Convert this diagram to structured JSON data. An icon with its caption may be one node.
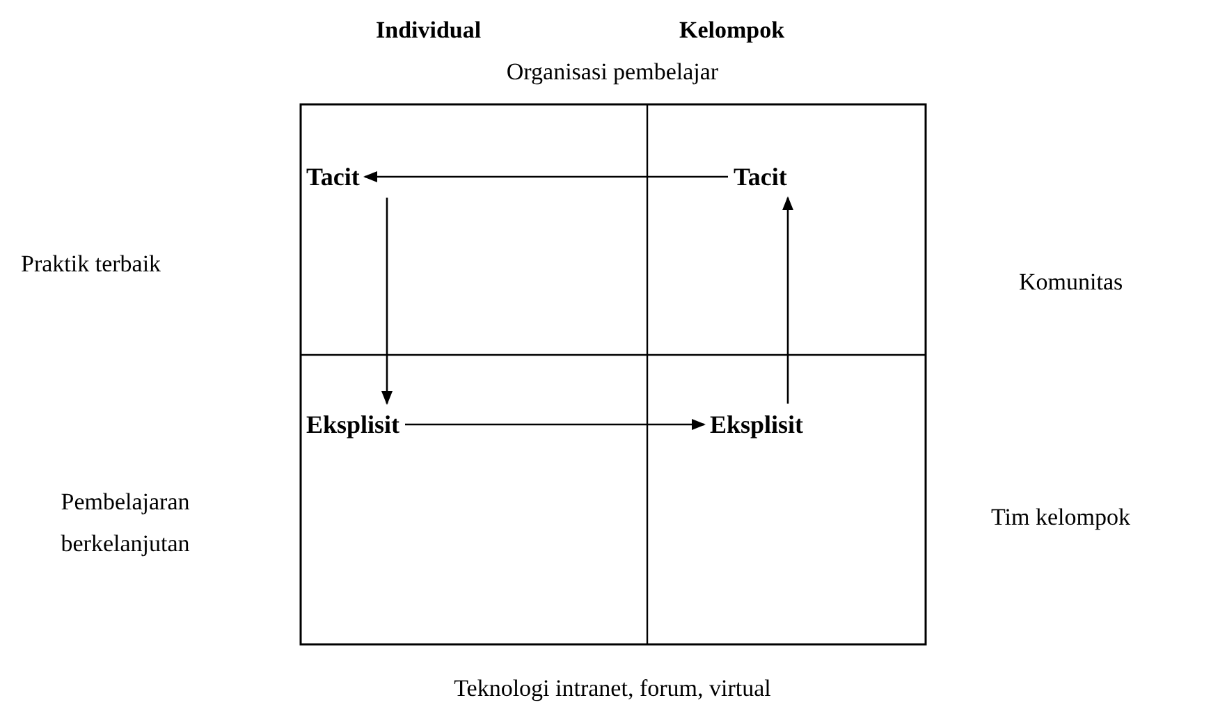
{
  "diagram": {
    "nodes": [
      {
        "text": [
          "Tacit"
        ]
      },
      {
        "text": [
          "Tacit"
        ]
      },
      {
        "text": [
          "Eksplisit"
        ]
      },
      {
        "text": [
          "Eksplisit"
        ]
      }
    ],
    "edges": [
      {
        "from": 1,
        "to": 0,
        "arrow": "to"
      },
      {
        "from": 0,
        "to": 2,
        "arrow": "to"
      },
      {
        "from": 2,
        "to": 3,
        "arrow": "to"
      },
      {
        "from": 3,
        "to": 1,
        "arrow": "to"
      }
    ],
    "labels": [
      "Individual",
      "Kelompok",
      "Organisasi pembelajar",
      "Praktik terbaik",
      "Komunitas",
      "Pembelajaran berkelanjutan",
      "Tim kelompok",
      "Teknologi intranet, forum, virtual"
    ]
  }
}
